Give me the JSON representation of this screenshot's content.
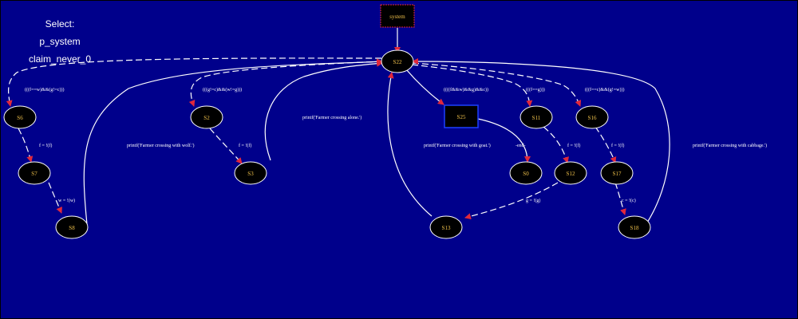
{
  "menu": {
    "title": "Select:",
    "items": [
      "p_system",
      "claim_never_0"
    ]
  },
  "colors": {
    "background": "#00008b",
    "node_fill": "#000000",
    "node_stroke": "#ffffff",
    "node_text": "#f2c34b",
    "edge": "#ffffff",
    "arrowhead": "#e0283c",
    "start_box_border": "#e0283c",
    "highlight_border": "#1e40ff"
  },
  "nodes": {
    "system": "system",
    "S22": "S22",
    "S6": "S6",
    "S2": "S2",
    "S25": "S25",
    "S11": "S11",
    "S16": "S16",
    "S7": "S7",
    "S3": "S3",
    "S0": "S0",
    "S12": "S12",
    "S17": "S17",
    "S8": "S8",
    "S13": "S13",
    "S18": "S18"
  },
  "edge_labels": {
    "s22_s6": "(((f==w)&&(g!=c)))",
    "s22_s2": "(((g!=c)&&(w!=g)))",
    "s22_s25": "((((f&&w)&&g)&&c))",
    "s22_s11": "(((f==g)))",
    "s22_s16": "(((f==c)&&(g!=w)))",
    "s3_s22": "printf('Farmer crossing alone.')",
    "s8_s22": "printf('Farmer crossing with wolf.')",
    "s13_s22": "printf('Farmer crossing with goat.')",
    "s18_s22": "printf('Farmer crossing with cabbage.')",
    "s6_s7": "f = !(f)",
    "s2_s3": "f = !(f)",
    "s7_s8": "w = !(w)",
    "s25_s0": "-end-",
    "s11_s12": "f = !(f)",
    "s12_s13": "g = !(g)",
    "s16_s17": "f = !(f)",
    "s17_s18": "c = !(c)"
  }
}
